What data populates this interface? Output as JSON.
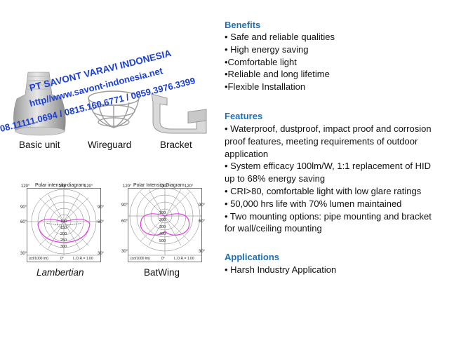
{
  "benefits": {
    "title": "Benefits",
    "items": [
      "• Safe and reliable qualities",
      "• High energy saving",
      "•Comfortable light",
      "•Reliable and long lifetime",
      "•Flexible Installation"
    ]
  },
  "features": {
    "title": "Features",
    "items": [
      "• Waterproof, dustproof, impact proof and corrosion proof features, meeting requirements of outdoor application",
      "• System efficacy 100lm/W, 1:1 replacement of HID up to 68% energy saving",
      "• CRI>80, comfortable light with low glare ratings",
      "• 50,000 hrs life with 70% lumen maintained",
      "• Two mounting options: pipe mounting and bracket for wall/ceiling mounting"
    ]
  },
  "applications": {
    "title": "Applications",
    "items": [
      "• Harsh Industry Application"
    ]
  },
  "products": {
    "basic_unit": "Basic unit",
    "wireguard": "Wireguard",
    "bracket": "Bracket"
  },
  "diagrams": {
    "left": {
      "title": "Polar intensity diagram",
      "caption": "Lambertian",
      "footer_left": "(cd/1000 lm)",
      "footer_mid": "0°",
      "footer_right": "L.O.R.= 1.00",
      "angle_top_left": "120°",
      "angle_top_mid": "180°",
      "angle_top_right": "120°",
      "angle_90_l": "90°",
      "angle_90_r": "90°",
      "angle_60_l": "60°",
      "angle_60_r": "60°",
      "angle_30_l": "30°",
      "angle_30_r": "30°",
      "rings": [
        "100",
        "150",
        "200",
        "250",
        "300"
      ]
    },
    "right": {
      "title": "Polar Intensity Diagram",
      "caption": "BatWing",
      "footer_left": "(cd/1000 lm)",
      "footer_mid": "0°",
      "footer_right": "L.O.R.= 1.00",
      "angle_top_left": "120°",
      "angle_top_mid": "180°",
      "angle_top_right": "120°",
      "angle_90_l": "90°",
      "angle_90_r": "90°",
      "angle_60_l": "60°",
      "angle_60_r": "60°",
      "angle_30_l": "30°",
      "angle_30_r": "30°",
      "rings": [
        "100",
        "200",
        "300",
        "400",
        "500"
      ]
    }
  },
  "watermark": {
    "line1": "PT SAVONT VARAVI INDONESIA",
    "line2": "http//www.savont-indonesia.net",
    "line3": "08.11111.0694  / 0815.160.6771  / 0859.3976.3399"
  },
  "colors": {
    "heading": "#1f6fb6",
    "watermark": "#1a3fd6",
    "curve": "#e040e0"
  }
}
